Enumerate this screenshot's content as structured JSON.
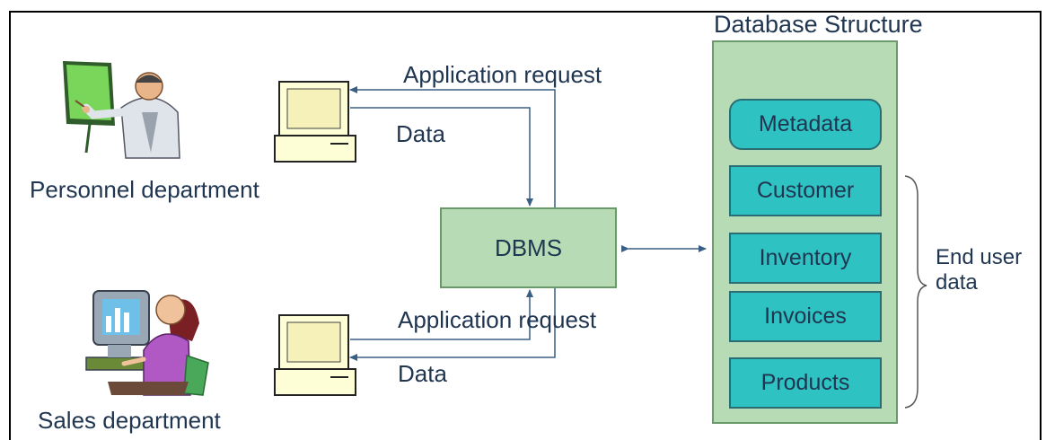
{
  "personnel": {
    "label": "Personnel department"
  },
  "sales": {
    "label": "Sales department"
  },
  "top_flow": {
    "request_label": "Application request",
    "data_label": "Data"
  },
  "bottom_flow": {
    "request_label": "Application request",
    "data_label": "Data"
  },
  "dbms": {
    "label": "DBMS"
  },
  "database": {
    "title": "Database Structure",
    "tables": [
      "Metadata",
      "Customer",
      "Inventory",
      "Invoices",
      "Products"
    ]
  },
  "brace_label": "End user\ndata",
  "colors": {
    "box_fill": "#b7dcb5",
    "table_fill": "#2fc2c2",
    "text": "#1f3550",
    "connector": "#3a5f84"
  },
  "icons": {
    "personnel_clipart": "presenter-icon",
    "sales_clipart": "woman-at-computer-icon",
    "computer": "computer-icon"
  }
}
